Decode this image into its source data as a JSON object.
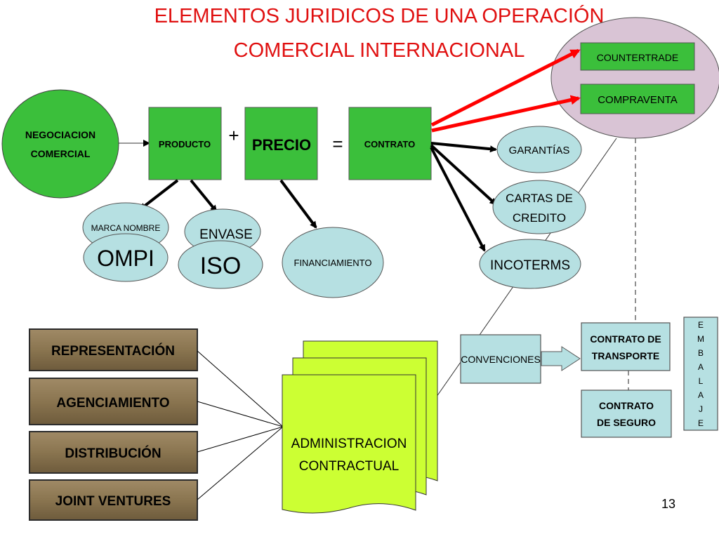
{
  "title": {
    "line1": "ELEMENTOS JURIDICOS DE UNA OPERACIÓN",
    "line2": "COMERCIAL INTERNACIONAL"
  },
  "nodes": {
    "negociacion": [
      "NEGOCIACION",
      "COMERCIAL"
    ],
    "producto": "PRODUCTO",
    "plus": "+",
    "precio": "PRECIO",
    "equals": "=",
    "contrato": "CONTRATO",
    "countertrade": "COUNTERTRADE",
    "compraventa": "COMPRAVENTA",
    "garantias": "GARANTÍAS",
    "cartas": [
      "CARTAS DE",
      "CREDITO"
    ],
    "incoterms": "INCOTERMS",
    "marca": "MARCA NOMBRE",
    "ompi": "OMPI",
    "envase": "ENVASE",
    "iso": "ISO",
    "financiamiento": "FINANCIAMIENTO",
    "representacion": "REPRESENTACIÓN",
    "agenciamiento": "AGENCIAMIENTO",
    "distribucion": "DISTRIBUCIÓN",
    "joint": "JOINT VENTURES",
    "administracion": [
      "ADMINISTRACION",
      "CONTRACTUAL"
    ],
    "convenciones": "CONVENCIONES",
    "transporte": [
      "CONTRATO DE",
      "TRANSPORTE"
    ],
    "seguro": [
      "CONTRATO",
      "DE SEGURO"
    ],
    "embalaje": [
      "E",
      "M",
      "B",
      "A",
      "L",
      "A",
      "J",
      "E"
    ]
  },
  "page_number": "13",
  "colors": {
    "title_red": "#e01010",
    "green": "#3bbf3b",
    "light_blue": "#b6e0e2",
    "lime": "#ccff33",
    "mauve": "#d9c4d5",
    "brown": "#8a7550"
  }
}
